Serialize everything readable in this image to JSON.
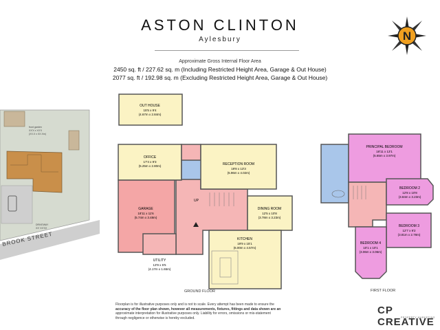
{
  "header": {
    "title": "ASTON CLINTON",
    "subtitle": "Aylesbury",
    "area_heading": "Approximate Gross Internal Floor Area",
    "area_line_1": "2450 sq. ft / 227.62 sq. m (Including Restricted Height Area, Garage & Out House)",
    "area_line_2": "2077 sq. ft / 192.98 sq. m (Excluding Restricted Height Area, Garage & Out House)"
  },
  "compass": {
    "letter": "N"
  },
  "site_plan": {
    "street": "BROOK STREET",
    "front_garden": [
      "front garden",
      "XX'X x XX'X",
      "(XX.X x XX.Xm)"
    ],
    "driveway": [
      "DRIVEWAY",
      "XX' XX'XX"
    ]
  },
  "rooms": {
    "out_house": {
      "name": "OUT HOUSE",
      "dim_ft": "15'5 x 9'4",
      "dim_m": "(4.67m x 2.84m)"
    },
    "office": {
      "name": "OFFICE",
      "dim_ft": "17'4 x 9'3",
      "dim_m": "(5.25m x 2.80m)"
    },
    "reception": {
      "name": "RECEPTION ROOM",
      "dim_ft": "19'8 x 13'3",
      "dim_m": "(5.96m x 4.02m)"
    },
    "garage": {
      "name": "GARAGE",
      "dim_ft": "18'11 x 11'6",
      "dim_m": "(5.74m x 3.48m)"
    },
    "dining": {
      "name": "DINING ROOM",
      "dim_ft": "12'5 x 10'8",
      "dim_m": "(3.78m x 3.23m)"
    },
    "kitchen": {
      "name": "KITCHEN",
      "dim_ft": "19'9 x 15'1",
      "dim_m": "(6.00m x 4.57m)"
    },
    "utility": {
      "name": "UTILITY",
      "dim_ft": "13'9 x 5'5",
      "dim_m": "(4.17m x 1.65m)"
    },
    "principal": {
      "name": "PRINCIPAL BEDROOM",
      "dim_ft": "18'11 x 13'1",
      "dim_m": "(5.65m x 3.97m)"
    },
    "bedroom2": {
      "name": "BEDROOM 2",
      "dim_ft": "12'8 x 10'8",
      "dim_m": "(3.84m x 3.23m)"
    },
    "bedroom3": {
      "name": "BEDROOM 3",
      "dim_ft": "12'7 x 9'2",
      "dim_m": "(3.81m x 2.78m)"
    },
    "bedroom4": {
      "name": "BEDROOM 4",
      "dim_ft": "10'1 x 10'1",
      "dim_m": "(3.06m x 3.06m)"
    },
    "up_label": "UP"
  },
  "floor_labels": {
    "ground": "GROUND FLOOR",
    "first": "FIRST FLOOR"
  },
  "disclaimer": {
    "line1": "Floorplan is for illustrative purposes only and is not to scale. Every attempt has been made to ensure the",
    "line2": "accuracy of the floor plan shown, however all measurements, fixtures, fittings and data shown are an",
    "line3": "approximate interpretation for illustrative purposes only. Liability for errors, omissions or mis-statement",
    "line4": "through negligence or otherwise is hereby excluded."
  },
  "logo": {
    "main": "CP CREATIVE",
    "sub": "PROPERTY MARKETING"
  },
  "colors": {
    "garage": "#f4a6a6",
    "yellow_room": "#fbf3c4",
    "bathroom_blue": "#a9c6ea",
    "bedroom_pink": "#ee9ce0",
    "hall_pink": "#f5b6b6",
    "site_green": "#d6dbd0",
    "site_grey": "#cfcfcf"
  }
}
